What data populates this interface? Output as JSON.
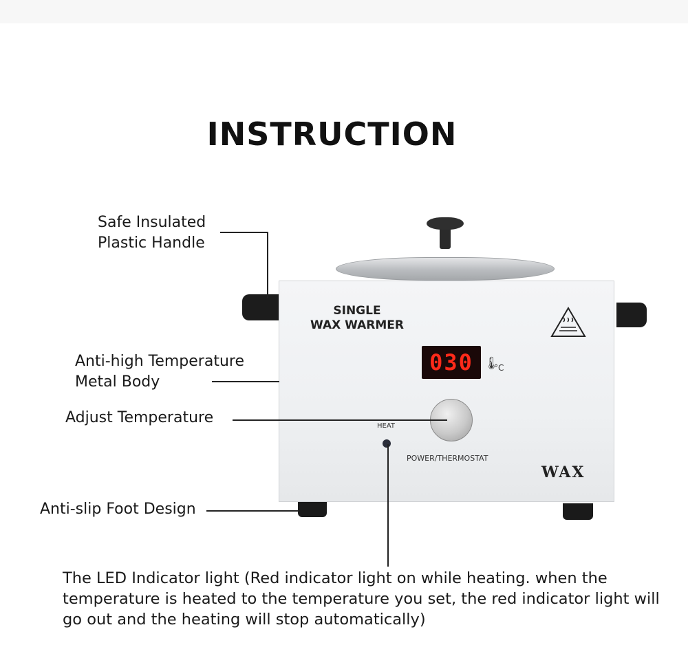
{
  "title": "INSTRUCTION",
  "labels": {
    "handle_line1": "Safe Insulated",
    "handle_line2": "Plastic Handle",
    "body_line1": "Anti-high Temperature",
    "body_line2": "Metal Body",
    "adjust": "Adjust Temperature",
    "foot": "Anti-slip Foot Design"
  },
  "note": "The LED Indicator light (Red indicator light on while heating. when the temperature is heated to the temperature you set, the red indicator light will go out and the heating will stop automatically)",
  "device": {
    "brand_line1": "SINGLE",
    "brand_line2": "WAX WARMER",
    "display_value": "030",
    "unit": "°C",
    "heat_label": "HEAT",
    "power_label": "POWER/THERMOSTAT",
    "logo": "WAX"
  },
  "colors": {
    "display_digits": "#ff2a1a",
    "body": "#f0f2f4"
  }
}
